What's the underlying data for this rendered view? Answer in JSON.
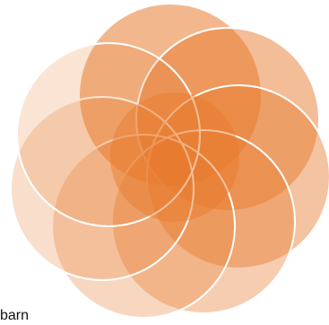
{
  "caption": "barn",
  "colors": {
    "fill": "#e77b2f",
    "stroke": "#ffffff",
    "background": "#ffffff"
  },
  "petal_opacities": [
    0.55,
    0.5,
    0.45,
    0.38,
    0.3,
    0.25,
    0.2,
    0.48
  ]
}
